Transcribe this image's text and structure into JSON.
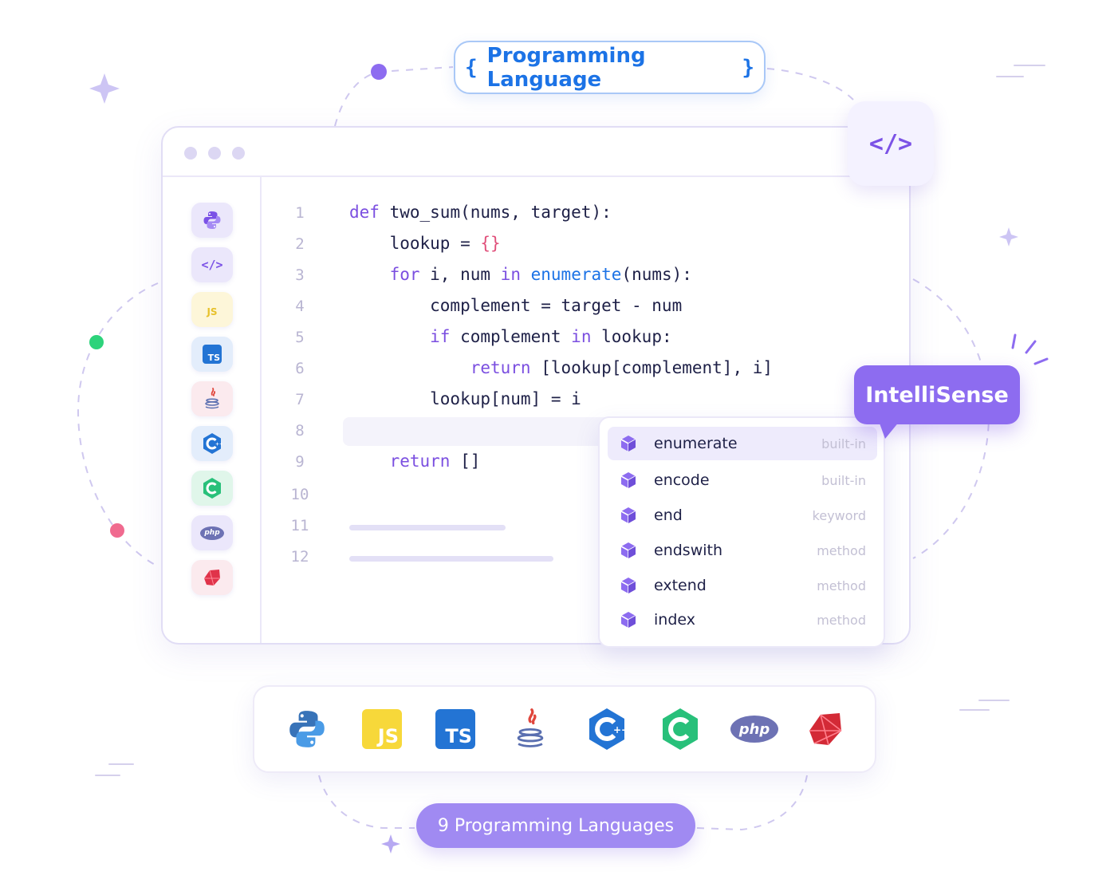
{
  "header_pill": {
    "open": "{",
    "label": "Programming Language",
    "close": "}"
  },
  "corner_badge": {
    "label": "</>"
  },
  "sidebar": {
    "items": [
      {
        "name": "python"
      },
      {
        "name": "html",
        "label": "</>"
      },
      {
        "name": "javascript",
        "label": "JS"
      },
      {
        "name": "typescript",
        "label": "TS"
      },
      {
        "name": "java"
      },
      {
        "name": "cpp"
      },
      {
        "name": "c"
      },
      {
        "name": "php",
        "label": "php"
      },
      {
        "name": "ruby"
      }
    ]
  },
  "editor": {
    "line_numbers": [
      "1",
      "2",
      "3",
      "4",
      "5",
      "6",
      "7",
      "8",
      "9",
      "10",
      "11",
      "12"
    ],
    "lines": [
      {
        "tokens": [
          {
            "t": "def",
            "c": "kw"
          },
          {
            "t": " two_sum(nums, target):",
            "c": ""
          }
        ]
      },
      {
        "tokens": [
          {
            "t": "    lookup = ",
            "c": ""
          },
          {
            "t": "{}",
            "c": "br"
          }
        ]
      },
      {
        "tokens": [
          {
            "t": "    ",
            "c": ""
          },
          {
            "t": "for",
            "c": "kw"
          },
          {
            "t": " i, num ",
            "c": ""
          },
          {
            "t": "in",
            "c": "kw"
          },
          {
            "t": " ",
            "c": ""
          },
          {
            "t": "enumerate",
            "c": "fn"
          },
          {
            "t": "(nums):",
            "c": ""
          }
        ]
      },
      {
        "tokens": [
          {
            "t": "        complement = target - num",
            "c": ""
          }
        ]
      },
      {
        "tokens": [
          {
            "t": "        ",
            "c": ""
          },
          {
            "t": "if",
            "c": "kw"
          },
          {
            "t": " complement ",
            "c": ""
          },
          {
            "t": "in",
            "c": "kw"
          },
          {
            "t": " lookup:",
            "c": ""
          }
        ]
      },
      {
        "tokens": [
          {
            "t": "            ",
            "c": ""
          },
          {
            "t": "return",
            "c": "kw"
          },
          {
            "t": " [lookup[complement], i]",
            "c": ""
          }
        ]
      },
      {
        "tokens": [
          {
            "t": "        lookup[num] = i",
            "c": ""
          }
        ]
      },
      {
        "tokens": []
      },
      {
        "tokens": [
          {
            "t": "    ",
            "c": ""
          },
          {
            "t": "return",
            "c": "kw"
          },
          {
            "t": " []",
            "c": ""
          }
        ]
      }
    ]
  },
  "suggestions": [
    {
      "label": "enumerate",
      "type": "built-in",
      "active": true
    },
    {
      "label": "encode",
      "type": "built-in",
      "active": false
    },
    {
      "label": "end",
      "type": "keyword",
      "active": false
    },
    {
      "label": "endswith",
      "type": "method",
      "active": false
    },
    {
      "label": "extend",
      "type": "method",
      "active": false
    },
    {
      "label": "index",
      "type": "method",
      "active": false
    }
  ],
  "intellisense": {
    "label": "IntelliSense"
  },
  "languages": [
    {
      "name": "python"
    },
    {
      "name": "javascript",
      "label": "JS"
    },
    {
      "name": "typescript",
      "label": "TS"
    },
    {
      "name": "java"
    },
    {
      "name": "cpp"
    },
    {
      "name": "c"
    },
    {
      "name": "php",
      "label": "php"
    },
    {
      "name": "ruby"
    }
  ],
  "footer_pill": {
    "label": "9 Programming Languages"
  },
  "colors": {
    "accent": "#8d6cf0",
    "blue": "#1c73e6",
    "keyword": "#7b4fe0",
    "bracket": "#e04f7a",
    "green_dot": "#2dd37b",
    "pink_dot": "#f06a8f"
  }
}
